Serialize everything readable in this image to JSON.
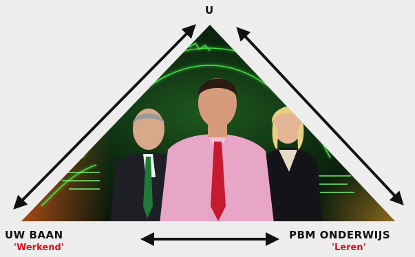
{
  "diagram": {
    "top_node": {
      "label": "U"
    },
    "left_node": {
      "label": "UW BAAN",
      "sublabel": "'Werkend'"
    },
    "right_node": {
      "label": "PBM ONDERWIJS",
      "sublabel": "'Leren'"
    },
    "photo": {
      "description": "three business people in front of green glowing circuit background"
    },
    "edges": [
      {
        "from": "top_node",
        "to": "left_node",
        "style": "double-arrow"
      },
      {
        "from": "top_node",
        "to": "right_node",
        "style": "double-arrow"
      },
      {
        "from": "left_node",
        "to": "right_node",
        "style": "double-arrow"
      }
    ],
    "colors": {
      "sublabel": "#d4141c",
      "arrow": "#111111",
      "glow": "#39e639",
      "background": "#ededed"
    }
  }
}
